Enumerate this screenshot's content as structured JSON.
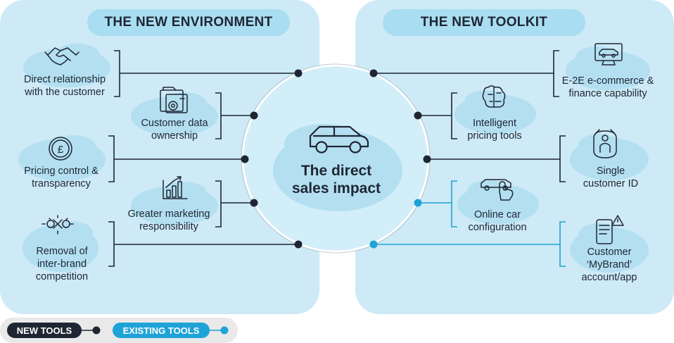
{
  "headers": {
    "left": "THE NEW ENVIRONMENT",
    "right": "THE NEW TOOLKIT"
  },
  "center": {
    "line1": "The direct",
    "line2": "sales impact",
    "icon": "car-icon"
  },
  "environment": [
    {
      "line1": "Direct relationship",
      "line2": "with the customer",
      "icon": "handshake-icon"
    },
    {
      "line1": "Customer data",
      "line2": "ownership",
      "icon": "data-folder-icon"
    },
    {
      "line1": "Pricing control &",
      "line2": "transparency",
      "icon": "pound-coin-icon"
    },
    {
      "line1": "Greater marketing",
      "line2": "responsibility",
      "icon": "bar-chart-icon"
    },
    {
      "line1": "Removal of",
      "line2": "inter-brand",
      "line3": "competition",
      "icon": "clash-icon"
    }
  ],
  "toolkit": [
    {
      "line1": "E-2E e-commerce &",
      "line2": "finance capability",
      "icon": "monitor-car-icon",
      "type": "new"
    },
    {
      "line1": "Intelligent",
      "line2": "pricing tools",
      "icon": "brain-icon",
      "type": "new"
    },
    {
      "line1": "Single",
      "line2": "customer ID",
      "icon": "person-scan-icon",
      "type": "new"
    },
    {
      "line1": "Online car",
      "line2": "configuration",
      "icon": "car-touch-icon",
      "type": "existing"
    },
    {
      "line1": "Customer",
      "line2": "‘MyBrand’",
      "line3": "account/app",
      "icon": "phone-alert-icon",
      "type": "existing"
    }
  ],
  "legend": {
    "new_label": "NEW TOOLS",
    "existing_label": "EXISTING TOOLS"
  },
  "colors": {
    "panel": "#cdeaf6",
    "header_pill": "#a9ddf1",
    "cloud": "#b3dff1",
    "new_line": "#1f2633",
    "existing_line": "#1ea3d6",
    "center_circle": "#d2eef9"
  }
}
